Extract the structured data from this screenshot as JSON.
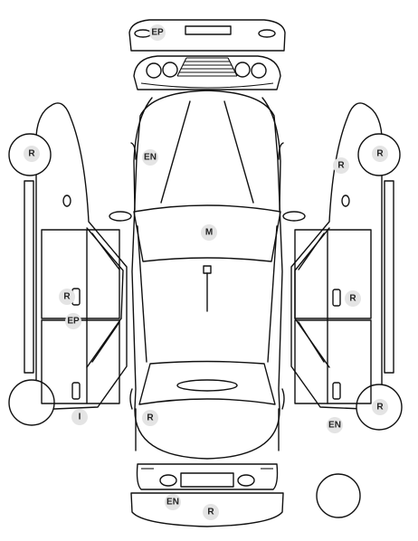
{
  "markers": {
    "front_bumper": "EP",
    "hood_left_fender": "EN",
    "roof": "M",
    "left_front_wheel": "R",
    "left_front_door": "R",
    "left_sill": "EP",
    "left_rear_wheel": "I",
    "trunk": "R",
    "right_front_wheel": "R",
    "right_front_panel": "R",
    "right_front_door": "R",
    "right_rear_wheel": "R",
    "right_rear_panel": "EN",
    "rear_bumper_left": "EN",
    "rear_bumper_right": "R"
  },
  "colors": {
    "stroke": "#111111",
    "marker_bg": "#e4e4e4",
    "marker_text": "#222222"
  }
}
